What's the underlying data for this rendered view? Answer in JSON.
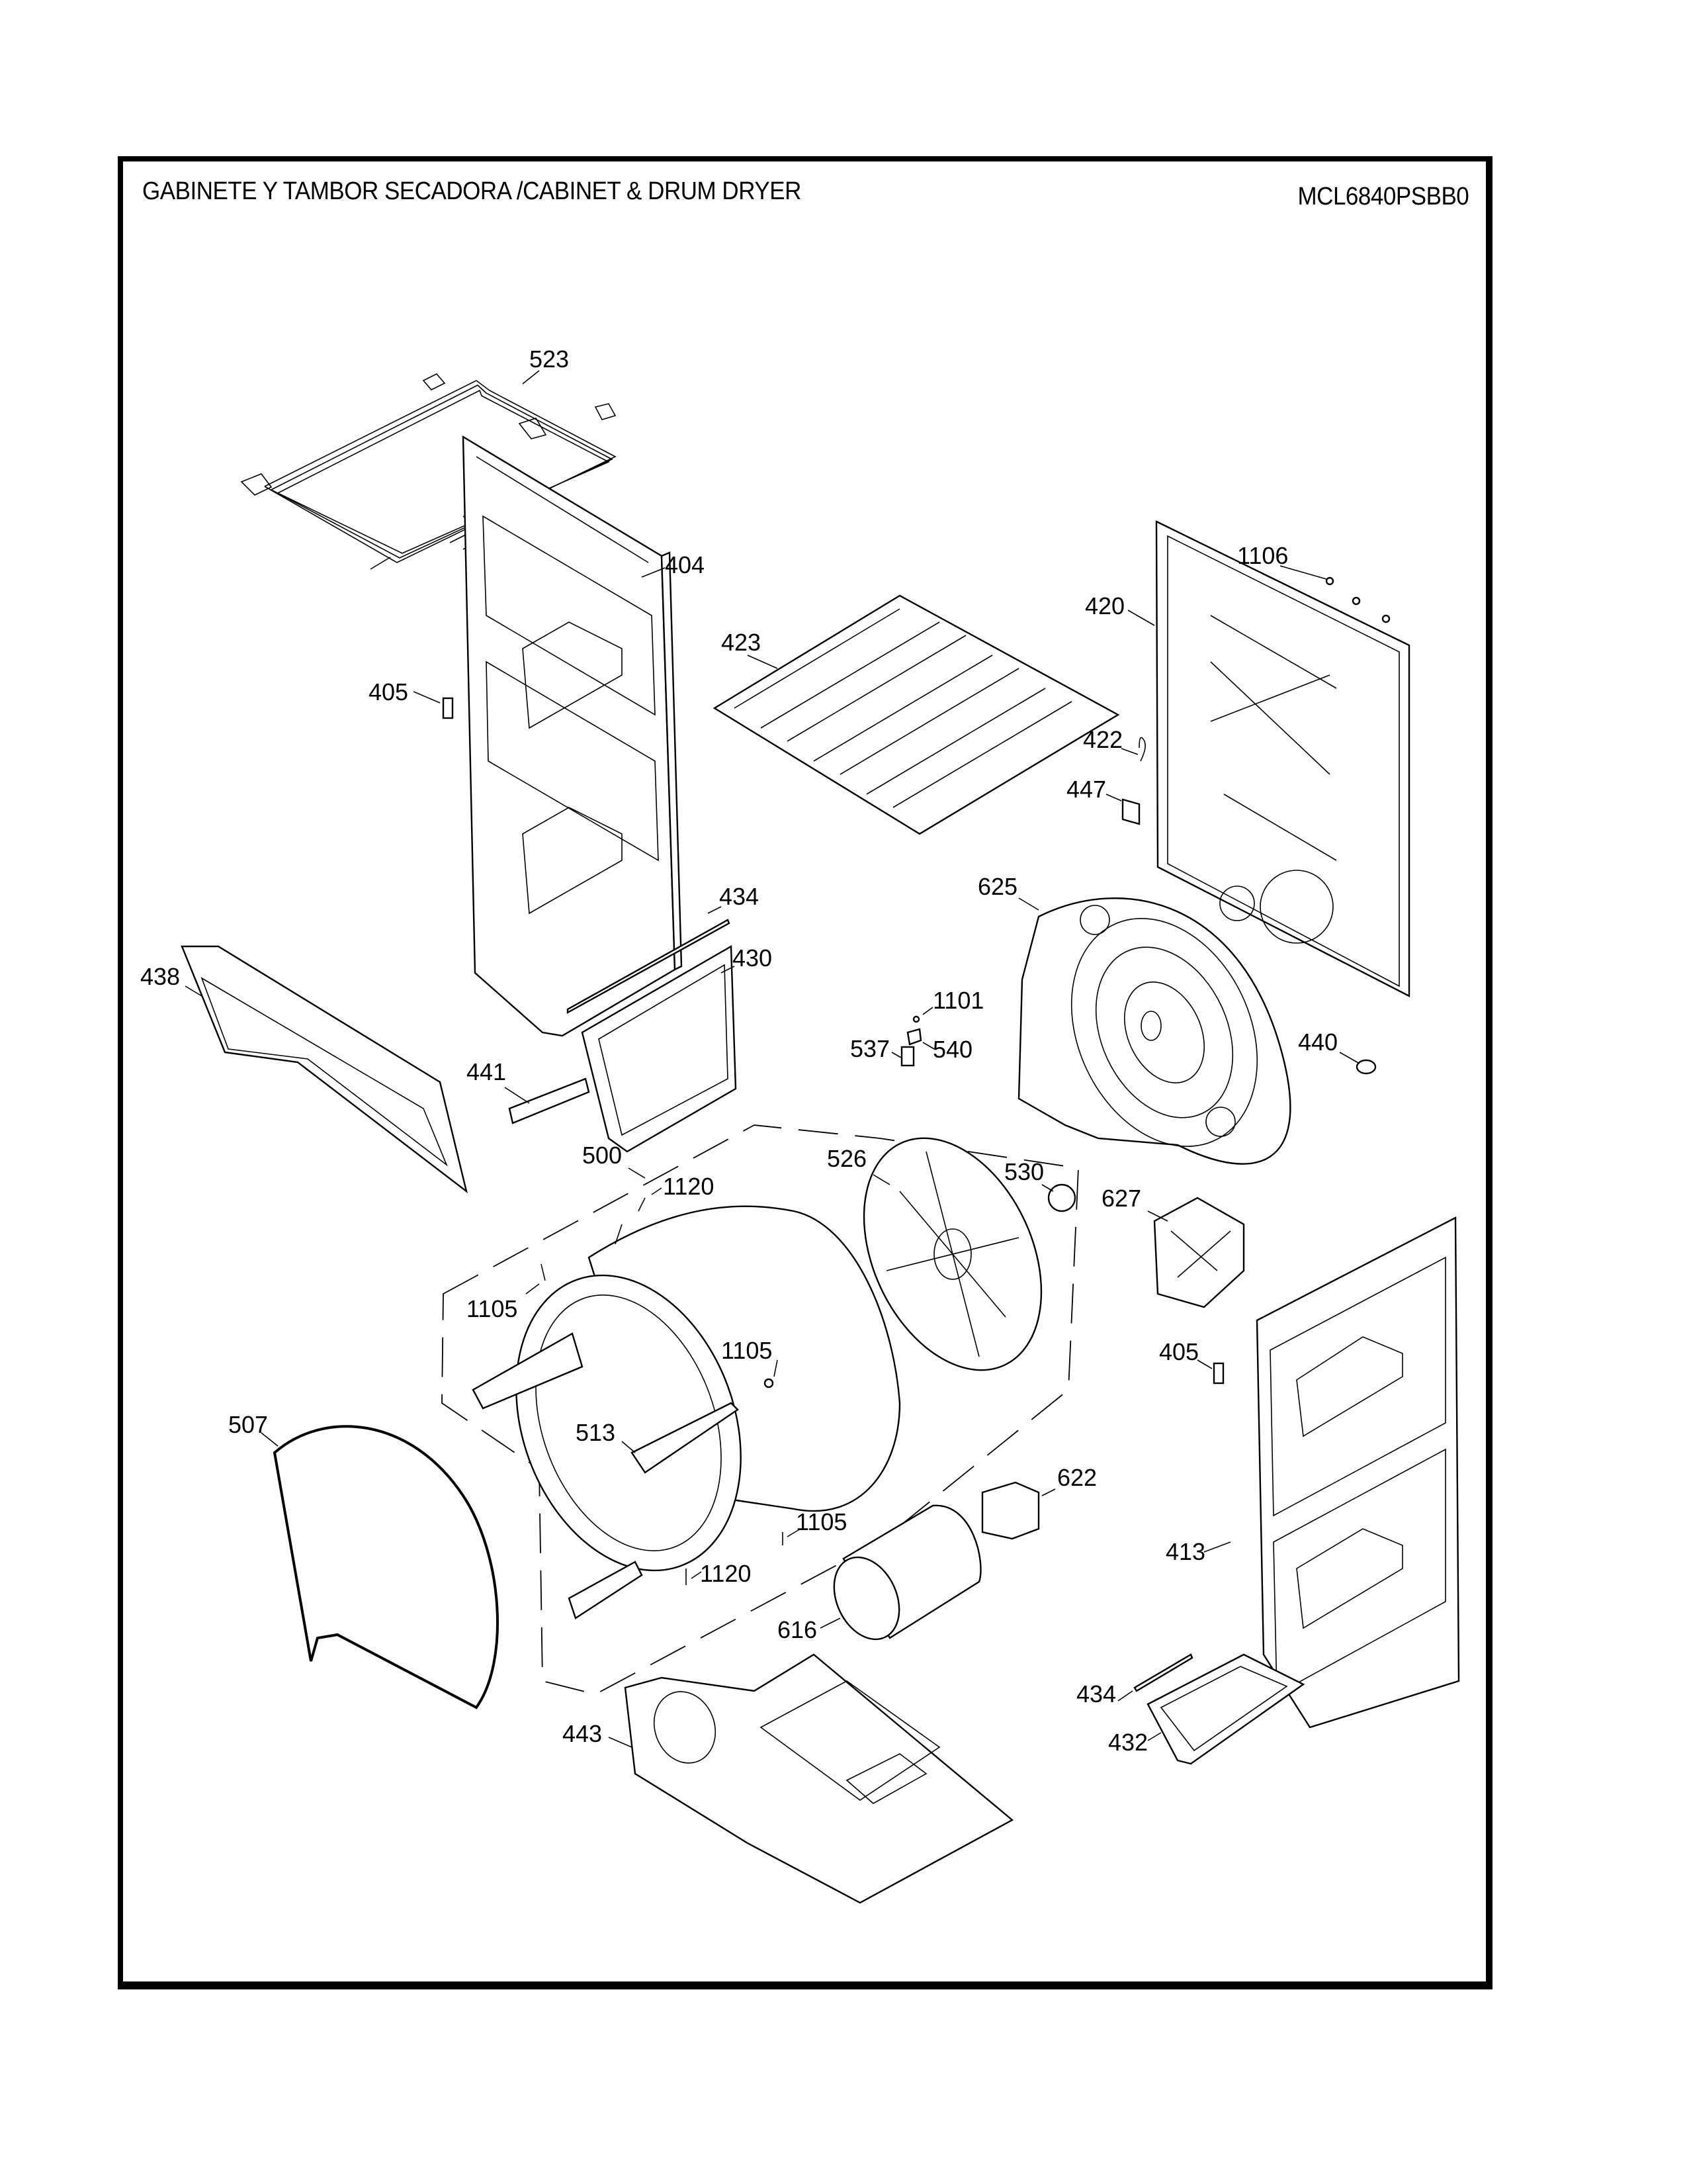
{
  "document": {
    "title": "GABINETE Y TAMBOR SECADORA /CABINET & DRUM  DRYER",
    "model": "MCL6840PSBB0"
  },
  "labels": {
    "l523": "523",
    "l404": "404",
    "l405a": "405",
    "l423": "423",
    "l1106": "1106",
    "l420": "420",
    "l422": "422",
    "l447": "447",
    "l625": "625",
    "l434a": "434",
    "l430": "430",
    "l438": "438",
    "l441": "441",
    "l1101": "1101",
    "l537": "537",
    "l540": "540",
    "l440": "440",
    "l500": "500",
    "l1120a": "1120",
    "l526": "526",
    "l530": "530",
    "l627": "627",
    "l1105a": "1105",
    "l1105b": "1105",
    "l405b": "405",
    "l507": "507",
    "l513": "513",
    "l622": "622",
    "l1105c": "1105",
    "l1120b": "1120",
    "l413": "413",
    "l616": "616",
    "l434b": "434",
    "l443": "443",
    "l432": "432"
  }
}
